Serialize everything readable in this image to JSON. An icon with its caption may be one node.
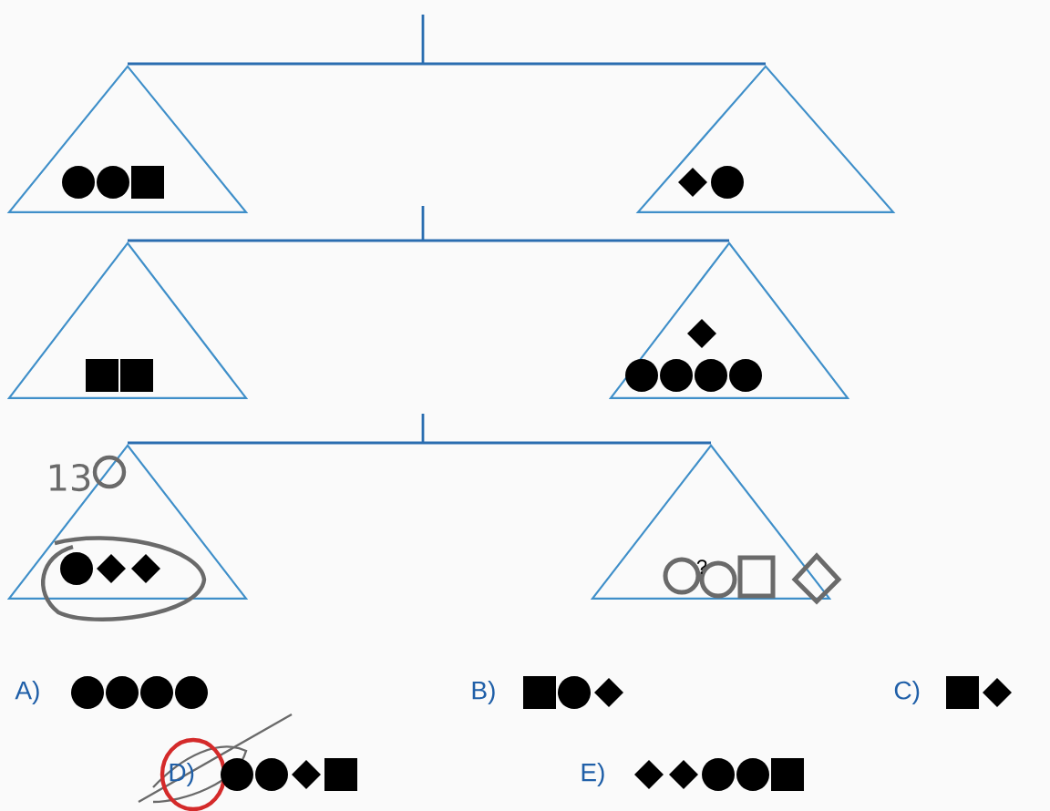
{
  "diagram": {
    "nodes": [
      {
        "text": [],
        "shape": "triangle"
      },
      {
        "text": [],
        "shape": "triangle"
      },
      {
        "text": [],
        "shape": "triangle"
      },
      {
        "text": [],
        "shape": "triangle"
      },
      {
        "text": [],
        "shape": "triangle"
      },
      {
        "text": [],
        "shape": "triangle"
      }
    ],
    "edges": [
      {
        "from": 0,
        "to": 1,
        "arrow": "none"
      },
      {
        "from": 2,
        "to": 3,
        "arrow": "none"
      },
      {
        "from": 4,
        "to": 5,
        "arrow": "none"
      }
    ],
    "labels": [
      "13",
      "?",
      "A)",
      "B)",
      "C)",
      "D)",
      "E)"
    ]
  }
}
